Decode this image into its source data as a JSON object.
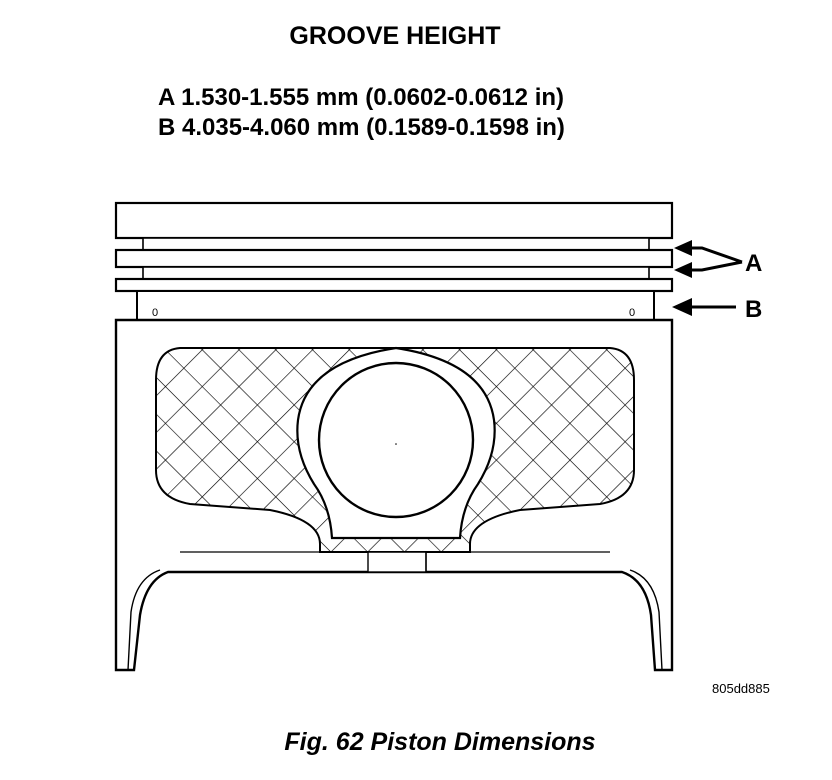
{
  "header": {
    "title": "GROOVE HEIGHT",
    "spec_a": "A 1.530-1.555 mm (0.0602-0.0612 in)",
    "spec_b": "B 4.035-4.060 mm (0.1589-0.1598 in)"
  },
  "callouts": {
    "a": "A",
    "b": "B"
  },
  "pin_marks": {
    "left": "0",
    "right": "0"
  },
  "figure_ref": "805dd885",
  "caption": "Fig. 62 Piston Dimensions"
}
